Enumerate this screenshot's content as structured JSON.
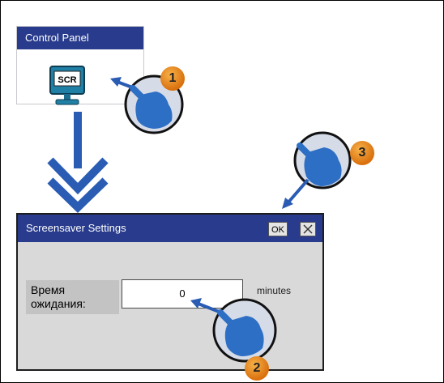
{
  "control_panel": {
    "title": "Control Panel",
    "icon_label": "SCR"
  },
  "dialog": {
    "title": "Screensaver Settings",
    "ok_label": "OK",
    "timeout_label_line1": "Время",
    "timeout_label_line2": "ожидания:",
    "timeout_value": "0",
    "unit_label": "minutes"
  },
  "steps": [
    "1",
    "2",
    "3"
  ],
  "colors": {
    "title_bar": "#283b8c",
    "arrow": "#2a5cb4",
    "badge": "#e08a1e"
  }
}
